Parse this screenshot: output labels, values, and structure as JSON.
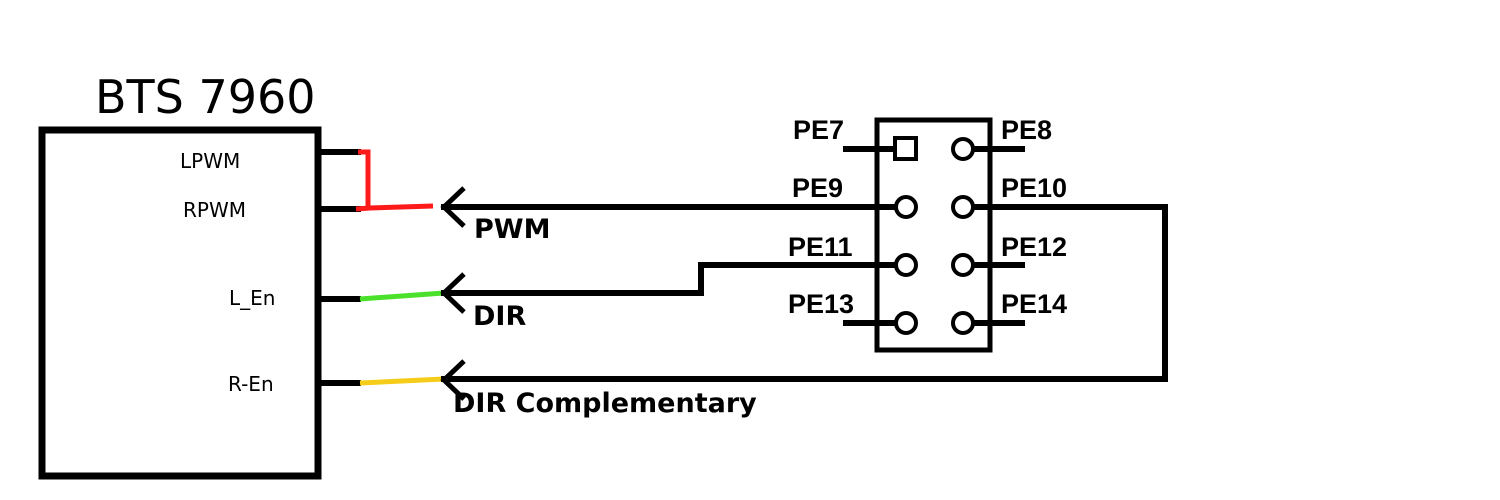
{
  "module": {
    "title": "BTS 7960",
    "pins": [
      {
        "id": "lpwm",
        "label": "LPWM"
      },
      {
        "id": "rpwm",
        "label": "RPWM"
      },
      {
        "id": "l_en",
        "label": "L_En"
      },
      {
        "id": "r_en",
        "label": "R-En"
      }
    ]
  },
  "signals": [
    {
      "id": "pwm",
      "label": "PWM",
      "color": "#ff1a1a",
      "from_header_pin": "PE9",
      "to_module_pins": [
        "LPWM",
        "RPWM"
      ]
    },
    {
      "id": "dir",
      "label": "DIR",
      "color": "#4be02a",
      "from_header_pin": "PE11",
      "to_module_pins": [
        "L_En"
      ]
    },
    {
      "id": "dir_comp",
      "label": "DIR Complementary",
      "color": "#f5cc1a",
      "from_header_pin": "PE10",
      "to_module_pins": [
        "R-En"
      ]
    }
  ],
  "header": {
    "left_pins": [
      "PE7",
      "PE9",
      "PE11",
      "PE13"
    ],
    "right_pins": [
      "PE8",
      "PE10",
      "PE12",
      "PE14"
    ],
    "pin1_marker": "PE7"
  }
}
